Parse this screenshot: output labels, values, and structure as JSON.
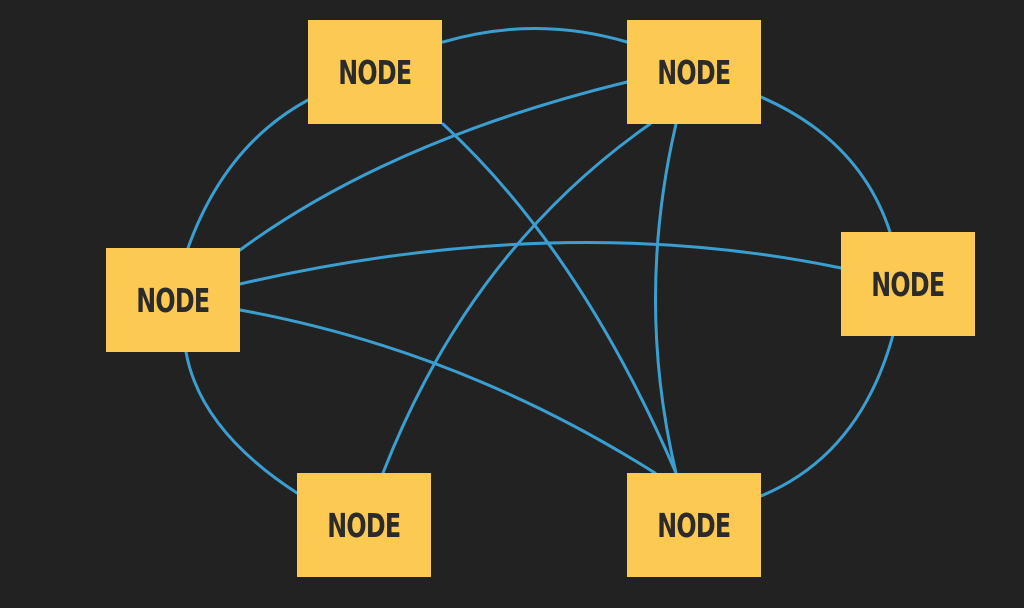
{
  "colors": {
    "background": "#222222",
    "node_fill": "#fcc952",
    "node_text": "#2b2b2b",
    "edge": "#3a9fd0"
  },
  "nodes": [
    {
      "id": "n1",
      "label": "NODE"
    },
    {
      "id": "n2",
      "label": "NODE"
    },
    {
      "id": "n3",
      "label": "NODE"
    },
    {
      "id": "n4",
      "label": "NODE"
    },
    {
      "id": "n5",
      "label": "NODE"
    },
    {
      "id": "n6",
      "label": "NODE"
    }
  ],
  "edges": [
    {
      "from": "n1",
      "to": "n2"
    },
    {
      "from": "n2",
      "to": "n4"
    },
    {
      "from": "n4",
      "to": "n6"
    },
    {
      "from": "n5",
      "to": "n3"
    },
    {
      "from": "n3",
      "to": "n1"
    },
    {
      "from": "n3",
      "to": "n2"
    },
    {
      "from": "n3",
      "to": "n4"
    },
    {
      "from": "n3",
      "to": "n6"
    },
    {
      "from": "n1",
      "to": "n6"
    },
    {
      "from": "n2",
      "to": "n5"
    },
    {
      "from": "n2",
      "to": "n6"
    }
  ]
}
